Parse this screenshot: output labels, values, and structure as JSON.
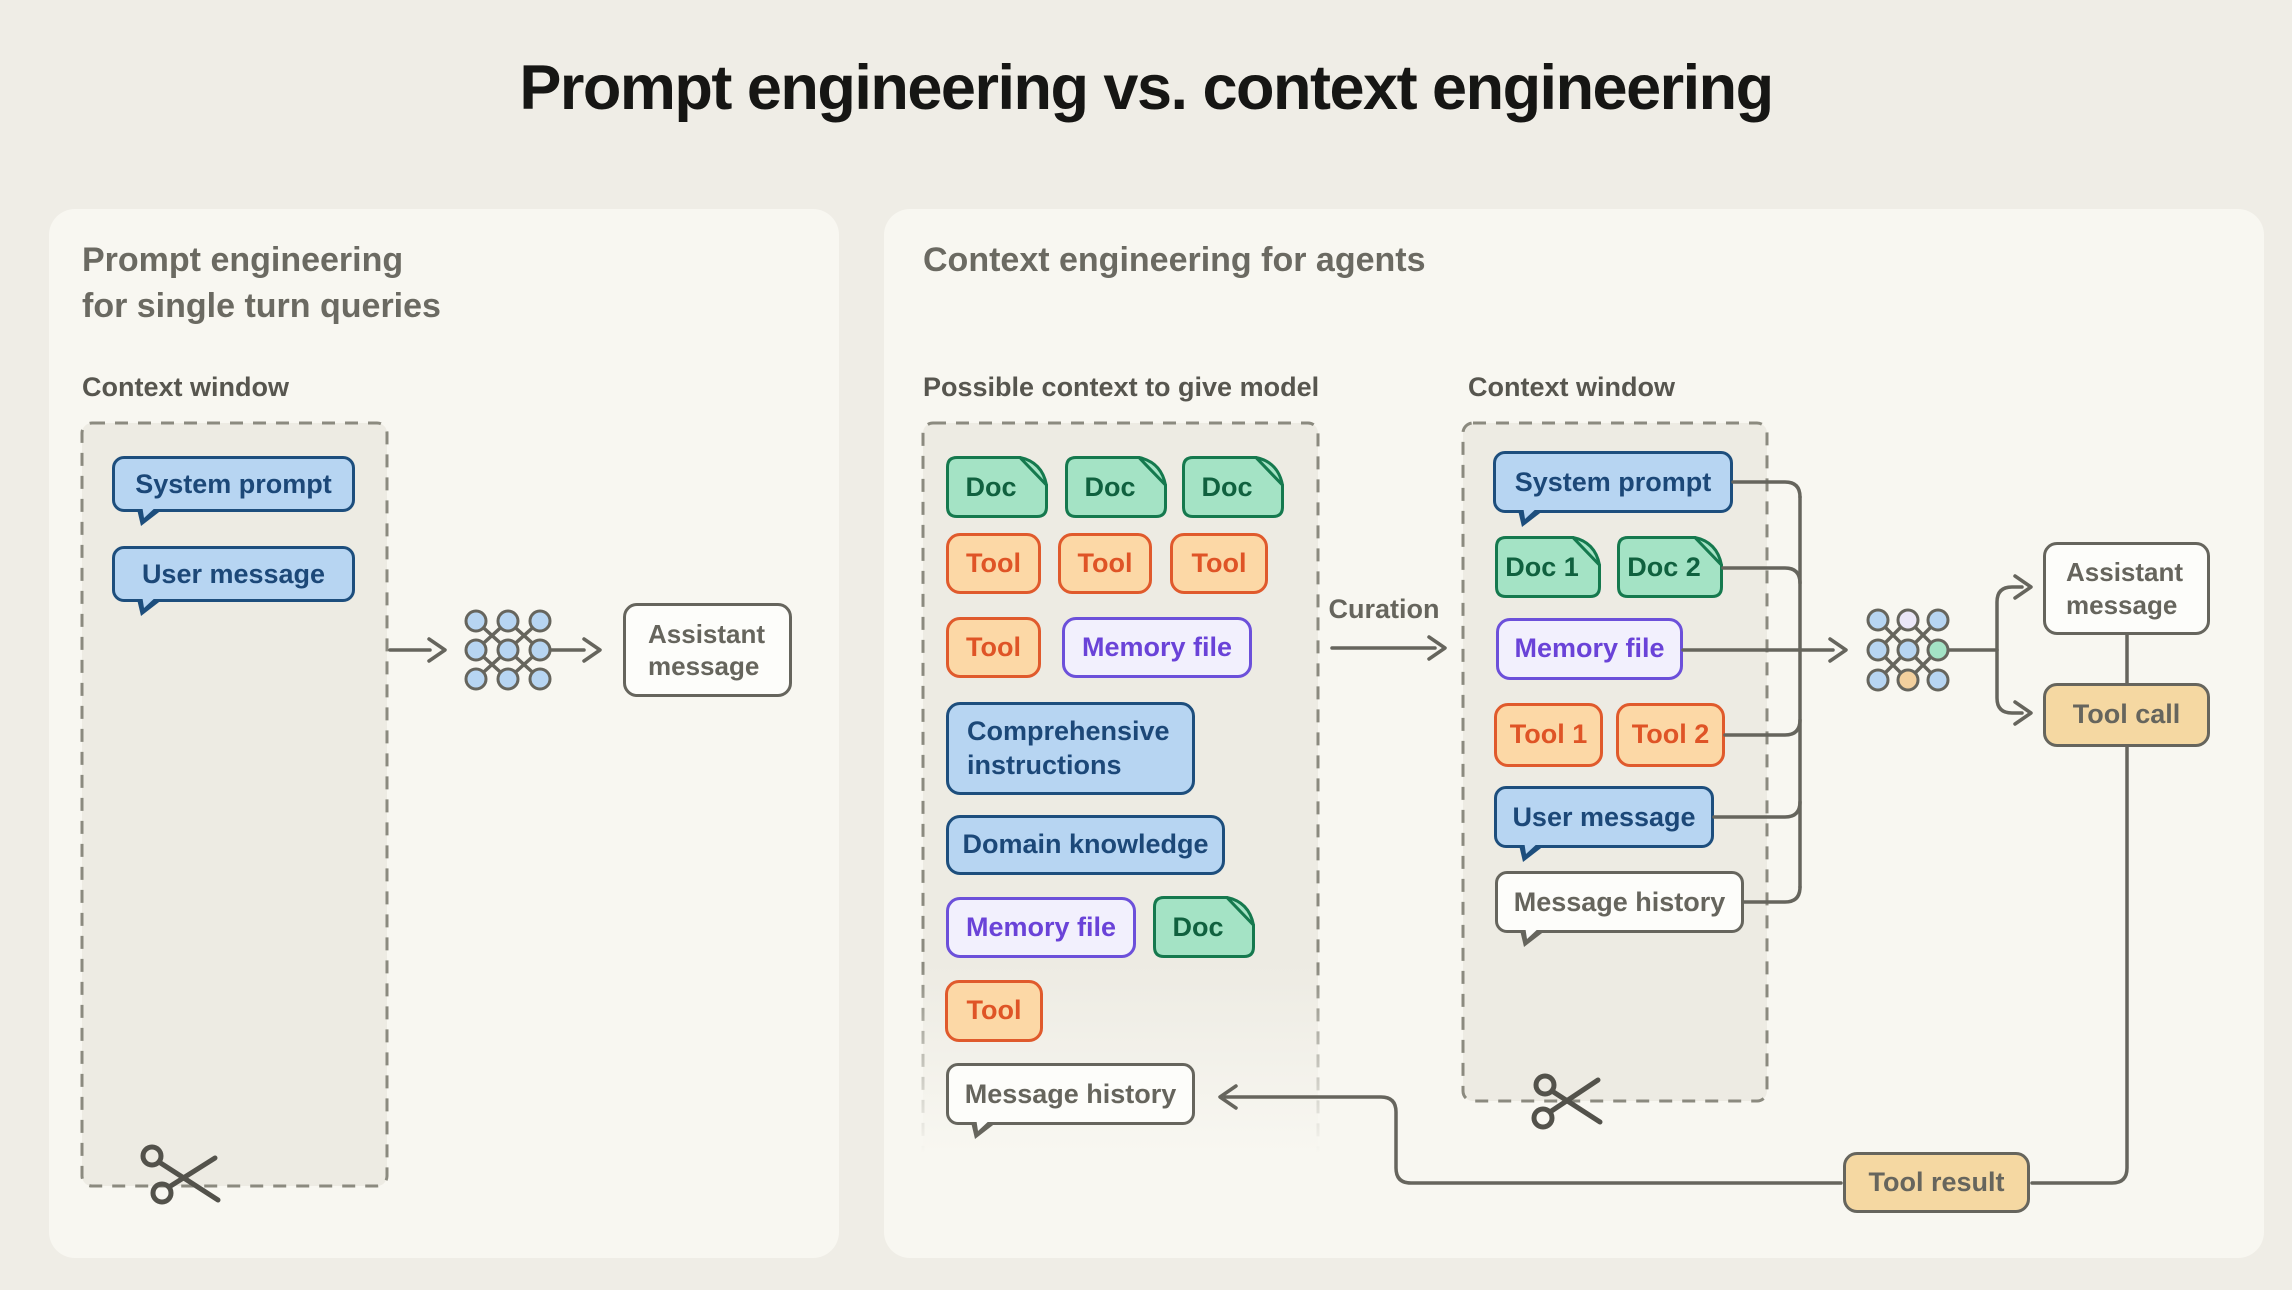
{
  "title": "Prompt engineering vs. context engineering",
  "left_panel": {
    "heading_line1": "Prompt engineering",
    "heading_line2": "for single turn queries",
    "context_window_label": "Context window",
    "system_prompt": "System prompt",
    "user_message": "User message",
    "assistant_message": "Assistant message"
  },
  "right_panel": {
    "heading": "Context engineering for agents",
    "possible_context_label": "Possible context to give model",
    "context_window_label": "Context window",
    "curation_label": "Curation",
    "possible_context": {
      "doc_a": "Doc",
      "doc_b": "Doc",
      "doc_c": "Doc",
      "tool_a": "Tool",
      "tool_b": "Tool",
      "tool_c": "Tool",
      "tool_d": "Tool",
      "memory_file_a": "Memory file",
      "comprehensive_instructions": "Comprehensive instructions",
      "domain_knowledge": "Domain knowledge",
      "memory_file_b": "Memory file",
      "doc_d": "Doc",
      "tool_e": "Tool",
      "message_history": "Message history"
    },
    "context_window": {
      "system_prompt": "System prompt",
      "doc_1": "Doc 1",
      "doc_2": "Doc 2",
      "memory_file": "Memory file",
      "tool_1": "Tool 1",
      "tool_2": "Tool 2",
      "user_message": "User message",
      "message_history": "Message history"
    },
    "outputs": {
      "assistant_message": "Assistant message",
      "tool_call": "Tool call",
      "tool_result": "Tool result"
    }
  },
  "colors": {
    "page_bg": "#efede6",
    "panel_bg": "#f8f7f1",
    "dashed_box_fill": "#edebe3",
    "dashed_border": "#8b8a7f",
    "line_gray": "#66655d",
    "heading_gray": "#6b6a62",
    "label_gray": "#57564f",
    "title_color": "#161614",
    "blue_fill": "#b7d5f2",
    "blue_border": "#1d4e7d",
    "blue_text": "#1c4878",
    "green_fill": "#a4e3c5",
    "green_border": "#15794e",
    "green_text": "#10613f",
    "orange_fill": "#fcd8a6",
    "orange_border": "#e05a2c",
    "orange_text": "#df5426",
    "purple_fill": "#f2f0fd",
    "purple_border": "#6c50da",
    "purple_text": "#6a43d8",
    "tan_fill": "#f5d8a2",
    "white_fill": "#fdfdfa",
    "net_node_blue": "#b7d5f2",
    "net_node_lavender": "#ebe7f8",
    "net_node_green": "#a4e3c5",
    "net_node_orange": "#f3d09e"
  }
}
